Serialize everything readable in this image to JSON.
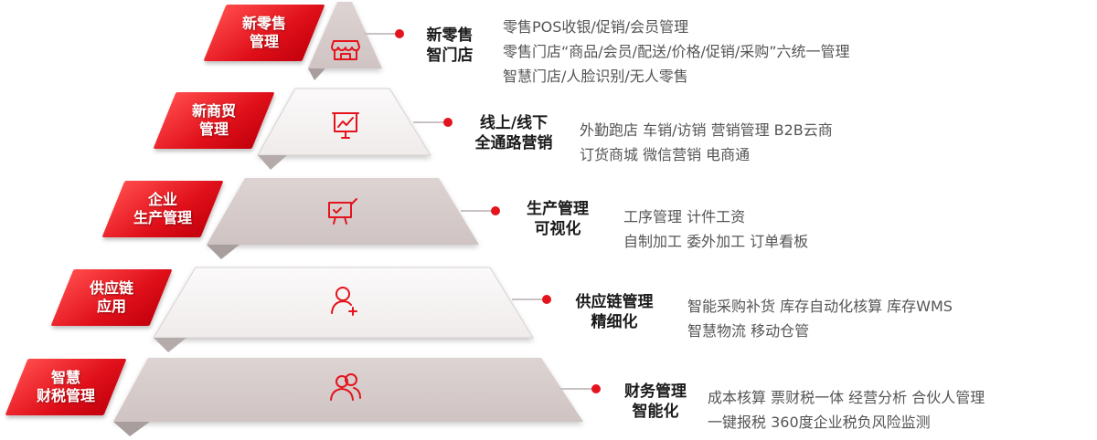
{
  "tiers": [
    {
      "badge": [
        "新零售",
        "管理"
      ],
      "title": [
        "新零售",
        "智门店"
      ],
      "details": [
        "零售POS收银/促销/会员管理",
        "零售门店“商品/会员/配送/价格/促销/采购”六统一管理",
        "智慧门店/人脸识别/无人零售"
      ],
      "icon": "storefront-icon"
    },
    {
      "badge": [
        "新商贸",
        "管理"
      ],
      "title": [
        "线上/线下",
        "全通路营销"
      ],
      "details": [
        "外勤跑店  车销/访销  营销管理  B2B云商",
        "订货商城   微信营销   电商通"
      ],
      "icon": "presentation-chart-icon"
    },
    {
      "badge": [
        "企业",
        "生产管理"
      ],
      "title": [
        "生产管理",
        "可视化"
      ],
      "details": [
        "工序管理  计件工资",
        "自制加工  委外加工  订单看板"
      ],
      "icon": "monitor-icon"
    },
    {
      "badge": [
        "供应链",
        "应用"
      ],
      "title": [
        "供应链管理",
        "精细化"
      ],
      "details": [
        "智能采购补货  库存自动化核算  库存WMS",
        "智慧物流  移动仓管"
      ],
      "icon": "add-user-icon"
    },
    {
      "badge": [
        "智慧",
        "财税管理"
      ],
      "title": [
        "财务管理",
        "智能化"
      ],
      "details": [
        "成本核算  票财税一体  经营分析  合伙人管理",
        "一键报税  360度企业税负风险监测"
      ],
      "icon": "users-icon"
    }
  ],
  "colors": {
    "accent": "#e3141e",
    "tier_dark": "#d4c9c8",
    "tier_light": "#f4f1f0",
    "connector": "#c8c2c2"
  }
}
